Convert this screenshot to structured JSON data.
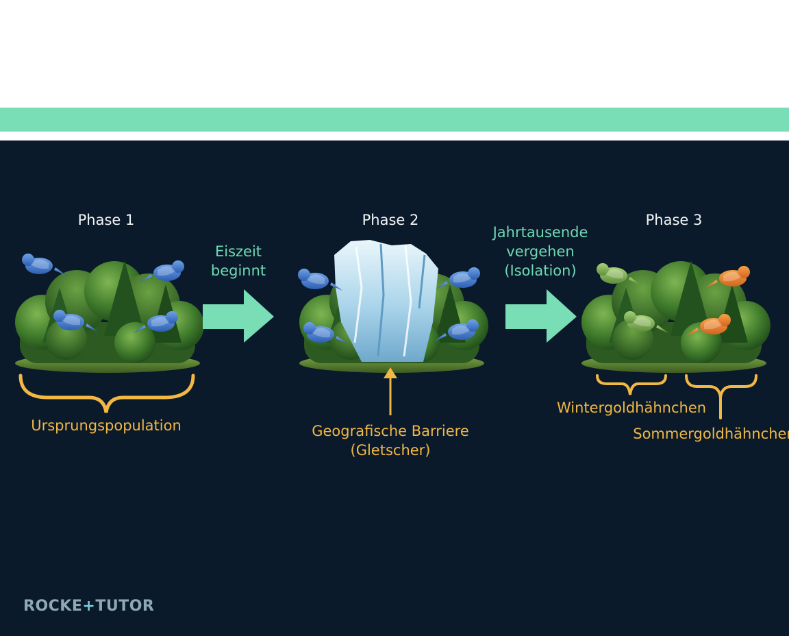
{
  "colors": {
    "background": "#0b1a2b",
    "accent": "#79ddb6",
    "bracket": "#f2b844",
    "caption_gold": "#f2b844",
    "caption_teal": "#6fd9b3",
    "white": "#ffffff",
    "logo": "#8fa8b8",
    "logo_accent": "#7cc7d8"
  },
  "phases": [
    {
      "label": "Phase 1"
    },
    {
      "label": "Phase 2"
    },
    {
      "label": "Phase 3"
    }
  ],
  "transitions": [
    {
      "lines": [
        "Eiszeit",
        "beginnt"
      ]
    },
    {
      "lines": [
        "Jahrtausende",
        "vergehen",
        "(Isolation)"
      ]
    }
  ],
  "annotations": {
    "original_population": "Ursprungspopulation",
    "barrier_lines": [
      "Geografische Barriere",
      "(Gletscher)"
    ],
    "species_a": "Wintergoldhähnchen",
    "species_b": "Sommergoldhähnchen"
  },
  "icons": {
    "forest": "forest-island-icon",
    "glacier": "glacier-icon",
    "blue_bird": "blue-bird-icon",
    "green_bird": "green-bird-icon",
    "orange_bird": "orange-bird-icon",
    "arrow": "right-arrow-icon"
  },
  "logo": {
    "part1": "ROCKE",
    "part2": "TUTO",
    "part3": "R"
  }
}
